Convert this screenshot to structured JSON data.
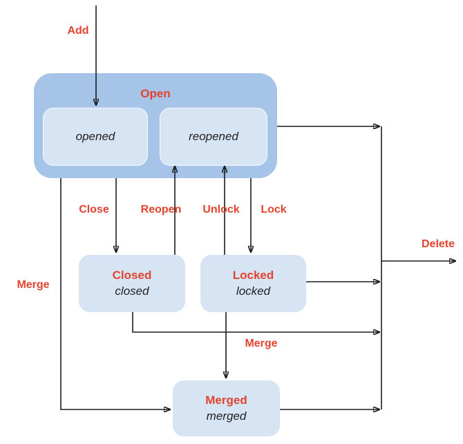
{
  "diagram": {
    "colors": {
      "container_fill": "#a5c4e8",
      "state_fill": "#d6e4f4",
      "label_red": "#e2432f",
      "state_text": "#212121",
      "line": "#1a1a1a",
      "background": "#ffffff"
    },
    "nodes": {
      "open": {
        "label": "Open",
        "substates": [
          {
            "label": "opened"
          },
          {
            "label": "reopened"
          }
        ]
      },
      "closed": {
        "title": "Closed",
        "state": "closed"
      },
      "locked": {
        "title": "Locked",
        "state": "locked"
      },
      "merged": {
        "title": "Merged",
        "state": "merged"
      }
    },
    "edges": {
      "add": "Add",
      "close": "Close",
      "reopen": "Reopen",
      "unlock": "Unlock",
      "lock": "Lock",
      "merge_left": "Merge",
      "merge_center": "Merge",
      "delete": "Delete"
    }
  }
}
